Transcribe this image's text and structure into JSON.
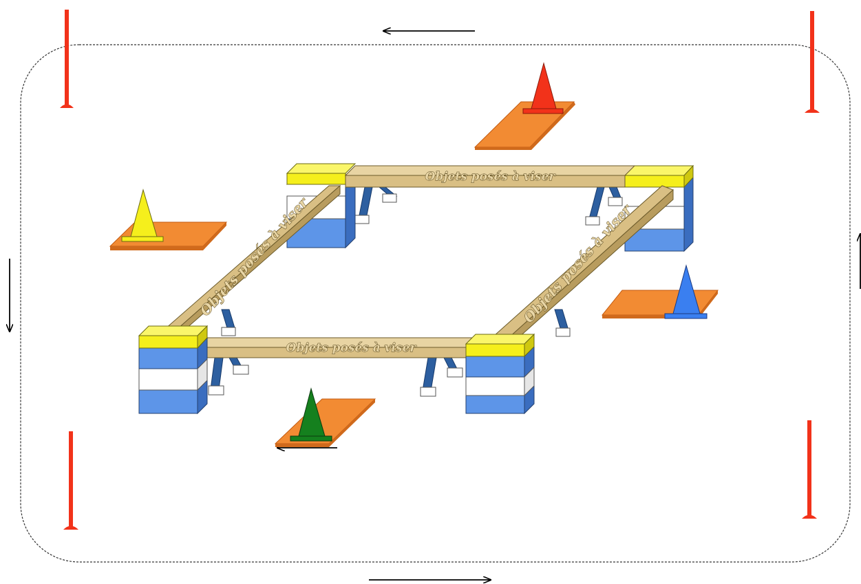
{
  "labels": {
    "beam_top": "Objets posés à viser",
    "beam_bottom": "Objets posés à viser",
    "beam_left": "Objets posés à viser",
    "beam_right": "Objets posés à viser"
  },
  "colors": {
    "pole": "#f2321a",
    "mat": "#f28b33",
    "beam": "#d9bf84",
    "beam_cap": "#f5ef1c",
    "block_blue": "#5d95e8",
    "block_white": "#ffffff",
    "leg": "#2d5fa0",
    "cone_red": "#f2321a",
    "cone_yellow": "#f5ef1c",
    "cone_blue": "#3a7ff0",
    "cone_green": "#15801e"
  },
  "circulation_arrows": [
    "arrow-left-top",
    "arrow-down-left",
    "arrow-right-bottom",
    "arrow-up-right",
    "arrow-left-center"
  ]
}
